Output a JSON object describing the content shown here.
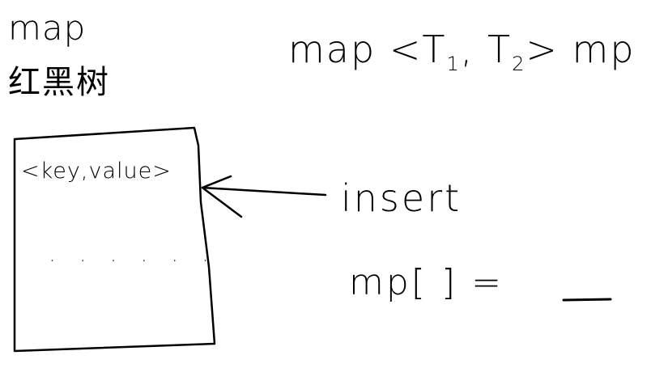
{
  "title": "map",
  "subtitle": "红黑树",
  "declaration": {
    "prefix": "map <T",
    "sub1": "1",
    "mid": ", T",
    "sub2": "2",
    "suffix": "> mp"
  },
  "container": {
    "entry": "<key,value>",
    "ellipsis": ". . . . . ."
  },
  "operations": {
    "insert": "insert",
    "subscript": "mp[ ] = "
  }
}
